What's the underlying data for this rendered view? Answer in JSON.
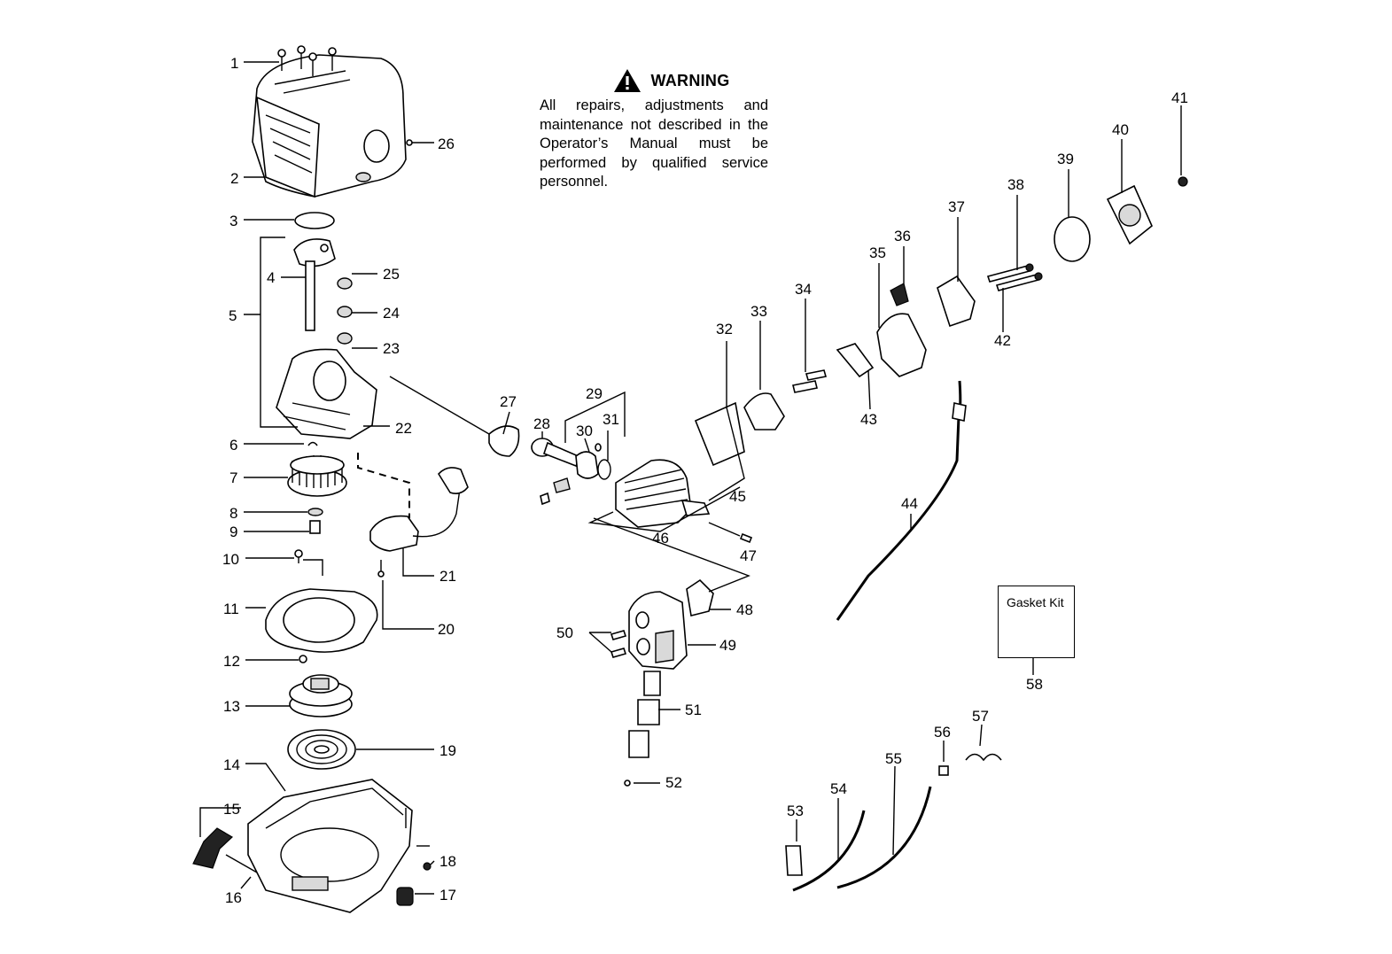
{
  "warning": {
    "title": "WARNING",
    "text": "All repairs, adjustments and maintenance not described in the Operator’s Manual must be performed by qualified service personnel."
  },
  "gasket_kit": {
    "label": "Gasket Kit"
  },
  "callouts": [
    "1",
    "2",
    "3",
    "4",
    "5",
    "6",
    "7",
    "8",
    "9",
    "10",
    "11",
    "12",
    "13",
    "14",
    "15",
    "16",
    "17",
    "18",
    "19",
    "20",
    "21",
    "22",
    "23",
    "24",
    "25",
    "26",
    "27",
    "28",
    "29",
    "30",
    "31",
    "32",
    "33",
    "34",
    "35",
    "36",
    "37",
    "38",
    "39",
    "40",
    "41",
    "42",
    "43",
    "44",
    "45",
    "46",
    "47",
    "48",
    "49",
    "50",
    "51",
    "52",
    "53",
    "54",
    "55",
    "56",
    "57",
    "58"
  ]
}
